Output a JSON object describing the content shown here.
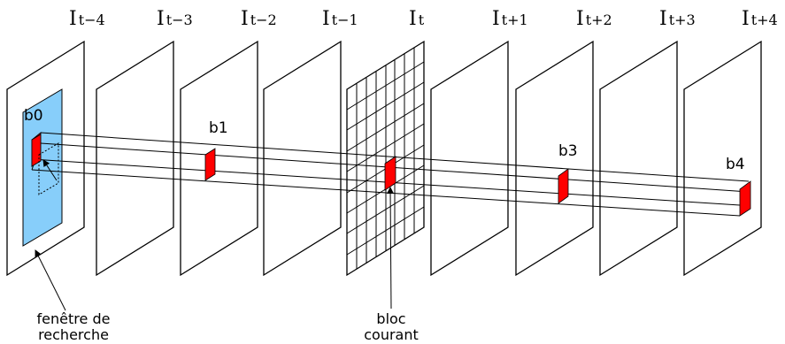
{
  "frames": [
    {
      "base": "I",
      "sub": "t−4"
    },
    {
      "base": "I",
      "sub": "t−3"
    },
    {
      "base": "I",
      "sub": "t−2"
    },
    {
      "base": "I",
      "sub": "t−1"
    },
    {
      "base": "I",
      "sub": "t"
    },
    {
      "base": "I",
      "sub": "t+1"
    },
    {
      "base": "I",
      "sub": "t+2"
    },
    {
      "base": "I",
      "sub": "t+3"
    },
    {
      "base": "I",
      "sub": "t+4"
    }
  ],
  "blocks": [
    "b0",
    "b1",
    "b3",
    "b4"
  ],
  "annotations": {
    "search_window_line1": "fenêtre de",
    "search_window_line2": "recherche",
    "current_block_line1": "bloc",
    "current_block_line2": "courant"
  },
  "colors": {
    "search_window": "#87cefa",
    "block": "#ff0000",
    "block_side": "#a00000",
    "frame_stroke": "#000000"
  }
}
